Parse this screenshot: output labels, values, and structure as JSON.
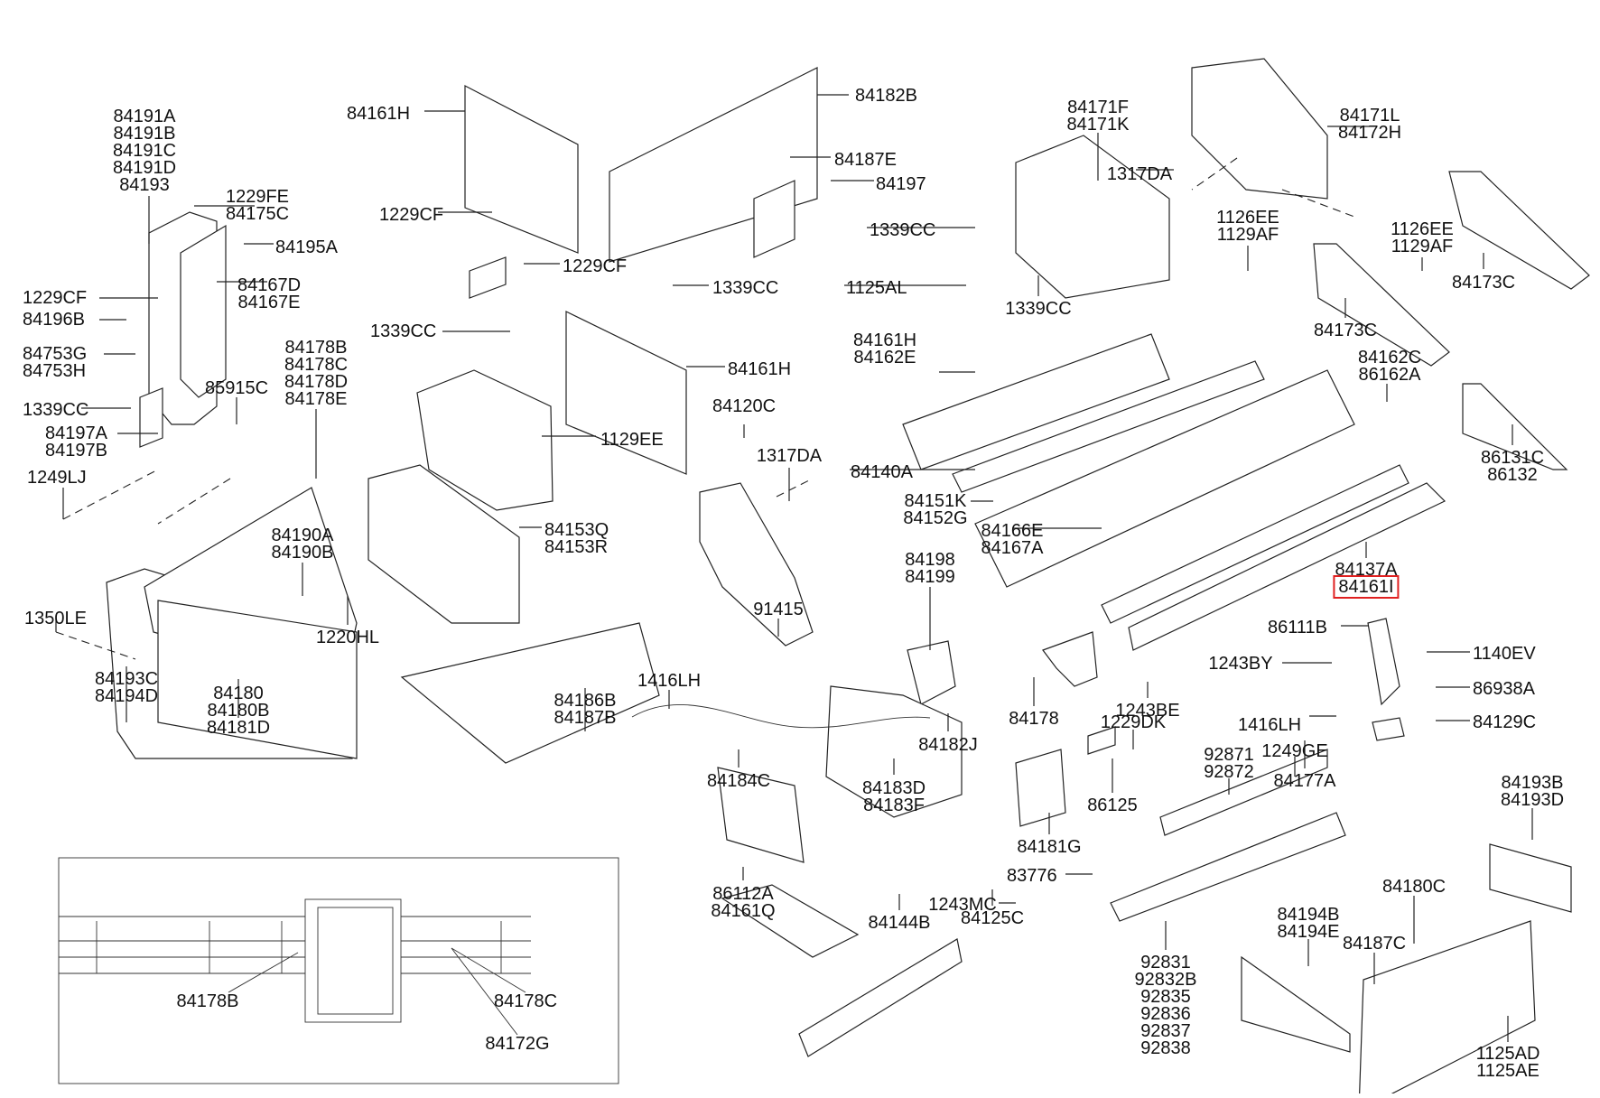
{
  "diagram": {
    "title": "Exploded parts diagram - cargo floor / storage box assembly",
    "highlight_color": "#e02020",
    "highlighted_part": "84161I",
    "callouts": [
      {
        "id": "c01",
        "lines": [
          "84191A",
          "84191B",
          "84191C",
          "84191D",
          "84193"
        ],
        "part": "seat-hinge-bracket"
      },
      {
        "id": "c02",
        "lines": [
          "1229FE",
          "84175C"
        ],
        "part": "bolt"
      },
      {
        "id": "c03",
        "lines": [
          "84195A"
        ],
        "part": "side-panel"
      },
      {
        "id": "c04",
        "lines": [
          "84167D",
          "84167E"
        ],
        "part": "side-panel-inner"
      },
      {
        "id": "c05",
        "lines": [
          "1229CF"
        ],
        "part": "bolt"
      },
      {
        "id": "c06",
        "lines": [
          "84196B"
        ],
        "part": "gas-strut"
      },
      {
        "id": "c07",
        "lines": [
          "84753G",
          "84753H"
        ],
        "part": "bracket"
      },
      {
        "id": "c08",
        "lines": [
          "1339CC"
        ],
        "part": "nut"
      },
      {
        "id": "c09",
        "lines": [
          "85915C"
        ],
        "part": "clip"
      },
      {
        "id": "c10",
        "lines": [
          "84178B",
          "84178C",
          "84178D",
          "84178E"
        ],
        "part": "trim-panel"
      },
      {
        "id": "c11",
        "lines": [
          "84197A",
          "84197B"
        ],
        "part": "rod"
      },
      {
        "id": "c12",
        "lines": [
          "1249LJ"
        ],
        "part": "screw"
      },
      {
        "id": "c13",
        "lines": [
          "84190A",
          "84190B"
        ],
        "part": "latch"
      },
      {
        "id": "c14",
        "lines": [
          "1350LE"
        ],
        "part": "washer"
      },
      {
        "id": "c15",
        "lines": [
          "1220HL"
        ],
        "part": "screw"
      },
      {
        "id": "c16",
        "lines": [
          "84193C",
          "84194D"
        ],
        "part": "end-cover"
      },
      {
        "id": "c17",
        "lines": [
          "84180",
          "84180B",
          "84181D"
        ],
        "part": "lid"
      },
      {
        "id": "c18",
        "lines": [
          "84161H"
        ],
        "part": "panel"
      },
      {
        "id": "c19",
        "lines": [
          "84182B"
        ],
        "part": "lid-panel"
      },
      {
        "id": "c20",
        "lines": [
          "84187E"
        ],
        "part": "striker"
      },
      {
        "id": "c21",
        "lines": [
          "84197"
        ],
        "part": "handle"
      },
      {
        "id": "c22",
        "lines": [
          "1229CF"
        ],
        "part": "bolt"
      },
      {
        "id": "c23",
        "lines": [
          "1229CF"
        ],
        "part": "bolt"
      },
      {
        "id": "c24",
        "lines": [
          "1339CC"
        ],
        "part": "nut"
      },
      {
        "id": "c25",
        "lines": [
          "84161H"
        ],
        "part": "panel"
      },
      {
        "id": "c26",
        "lines": [
          "1339CC"
        ],
        "part": "nut"
      },
      {
        "id": "c27",
        "lines": [
          "1129EE"
        ],
        "part": "bolt"
      },
      {
        "id": "c28",
        "lines": [
          "84120C"
        ],
        "part": "bracket"
      },
      {
        "id": "c29",
        "lines": [
          "1317DA"
        ],
        "part": "cap"
      },
      {
        "id": "c30",
        "lines": [
          "84153Q",
          "84153R"
        ],
        "part": "panel"
      },
      {
        "id": "c31",
        "lines": [
          "84186B",
          "84187B"
        ],
        "part": "floor-plate"
      },
      {
        "id": "c32",
        "lines": [
          "91415"
        ],
        "part": "wiring-harness"
      },
      {
        "id": "c33",
        "lines": [
          "1416LH"
        ],
        "part": "pin"
      },
      {
        "id": "c34",
        "lines": [
          "84198",
          "84199"
        ],
        "part": "bracket"
      },
      {
        "id": "c35",
        "lines": [
          "84182J"
        ],
        "part": "clip"
      },
      {
        "id": "c36",
        "lines": [
          "84184C"
        ],
        "part": "panel"
      },
      {
        "id": "c37",
        "lines": [
          "84183D",
          "84183F"
        ],
        "part": "box"
      },
      {
        "id": "c38",
        "lines": [
          "86112A",
          "84161Q"
        ],
        "part": "rail"
      },
      {
        "id": "c39",
        "lines": [
          "84144B"
        ],
        "part": "channel"
      },
      {
        "id": "c40",
        "lines": [
          "84125C"
        ],
        "part": "plate"
      },
      {
        "id": "c41",
        "lines": [
          "84171F",
          "84171K"
        ],
        "part": "frame"
      },
      {
        "id": "c42",
        "lines": [
          "1339CC"
        ],
        "part": "nut"
      },
      {
        "id": "c43",
        "lines": [
          "1125AL"
        ],
        "part": "bolt"
      },
      {
        "id": "c44",
        "lines": [
          "1339CC"
        ],
        "part": "nut"
      },
      {
        "id": "c45",
        "lines": [
          "1317DA"
        ],
        "part": "cap"
      },
      {
        "id": "c46",
        "lines": [
          "1126EE",
          "1129AF"
        ],
        "part": "bolt"
      },
      {
        "id": "c47",
        "lines": [
          "84171L",
          "84172H"
        ],
        "part": "frame"
      },
      {
        "id": "c48",
        "lines": [
          "1126EE",
          "1129AF"
        ],
        "part": "bolt"
      },
      {
        "id": "c49",
        "lines": [
          "84173C"
        ],
        "part": "trim"
      },
      {
        "id": "c50",
        "lines": [
          "84173C"
        ],
        "part": "trim"
      },
      {
        "id": "c51",
        "lines": [
          "84161H",
          "84162E"
        ],
        "part": "mat"
      },
      {
        "id": "c52",
        "lines": [
          "84162C",
          "86162A"
        ],
        "part": "rail"
      },
      {
        "id": "c53",
        "lines": [
          "86131C",
          "86132"
        ],
        "part": "cover"
      },
      {
        "id": "c54",
        "lines": [
          "84140A"
        ],
        "part": "floor-pan"
      },
      {
        "id": "c55",
        "lines": [
          "84151K",
          "84152G"
        ],
        "part": "floor-rail"
      },
      {
        "id": "c56",
        "lines": [
          "84166E",
          "84167A"
        ],
        "part": "rail-end"
      },
      {
        "id": "c57",
        "lines": [
          "84137A",
          "84161I"
        ],
        "part": "tube",
        "highlight_line": 1
      },
      {
        "id": "c58",
        "lines": [
          "86111B"
        ],
        "part": "bracket"
      },
      {
        "id": "c59",
        "lines": [
          "1140EV"
        ],
        "part": "bolt"
      },
      {
        "id": "c60",
        "lines": [
          "1243BY"
        ],
        "part": "screw"
      },
      {
        "id": "c61",
        "lines": [
          "1243BE"
        ],
        "part": "screw"
      },
      {
        "id": "c62",
        "lines": [
          "86938A"
        ],
        "part": "clip"
      },
      {
        "id": "c63",
        "lines": [
          "84178"
        ],
        "part": "hook"
      },
      {
        "id": "c64",
        "lines": [
          "1229DK"
        ],
        "part": "screw"
      },
      {
        "id": "c65",
        "lines": [
          "1416LH"
        ],
        "part": "pin"
      },
      {
        "id": "c66",
        "lines": [
          "84129C"
        ],
        "part": "nut"
      },
      {
        "id": "c67",
        "lines": [
          "1249GE"
        ],
        "part": "screw"
      },
      {
        "id": "c68",
        "lines": [
          "84177A"
        ],
        "part": "cap"
      },
      {
        "id": "c69",
        "lines": [
          "92871",
          "92872"
        ],
        "part": "lamp-bracket"
      },
      {
        "id": "c70",
        "lines": [
          "86125"
        ],
        "part": "plate"
      },
      {
        "id": "c71",
        "lines": [
          "84181G"
        ],
        "part": "panel"
      },
      {
        "id": "c72",
        "lines": [
          "84193B",
          "84193D"
        ],
        "part": "grille"
      },
      {
        "id": "c73",
        "lines": [
          "83776"
        ],
        "part": "clip"
      },
      {
        "id": "c74",
        "lines": [
          "1243MC"
        ],
        "part": "screw"
      },
      {
        "id": "c75",
        "lines": [
          "84180C"
        ],
        "part": "lid"
      },
      {
        "id": "c76",
        "lines": [
          "84194B",
          "84194E"
        ],
        "part": "end-panel"
      },
      {
        "id": "c77",
        "lines": [
          "84187C"
        ],
        "part": "striker"
      },
      {
        "id": "c78",
        "lines": [
          "92831",
          "92832B",
          "92835",
          "92836",
          "92837",
          "92838"
        ],
        "part": "lamp-cover"
      },
      {
        "id": "c79",
        "lines": [
          "1125AD",
          "1125AE"
        ],
        "part": "bolt"
      }
    ],
    "inset": {
      "callouts": [
        {
          "id": "i1",
          "lines": [
            "84178B"
          ]
        },
        {
          "id": "i2",
          "lines": [
            "84178C"
          ]
        },
        {
          "id": "i3",
          "lines": [
            "84172G"
          ]
        }
      ]
    }
  }
}
